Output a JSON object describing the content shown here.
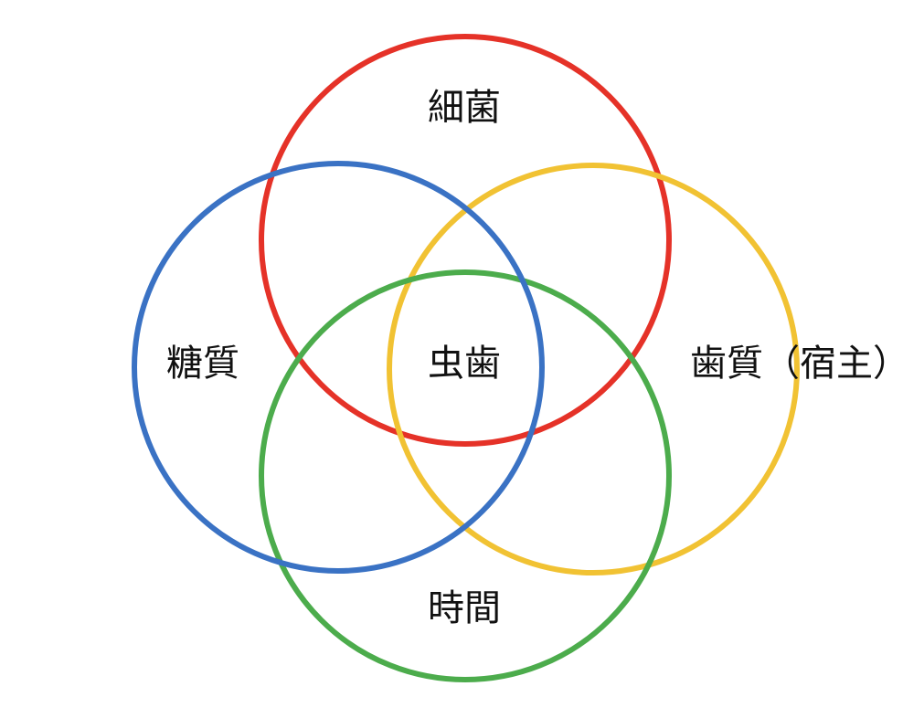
{
  "circles": [
    {
      "id": "bacteria",
      "label": "細菌",
      "color": "#e53228"
    },
    {
      "id": "sugar",
      "label": "糖質",
      "color": "#3a72c4"
    },
    {
      "id": "host",
      "label": "歯質（宿主）",
      "color": "#f1c233"
    },
    {
      "id": "time",
      "label": "時間",
      "color": "#4cac4c"
    }
  ],
  "center_label": "虫歯"
}
